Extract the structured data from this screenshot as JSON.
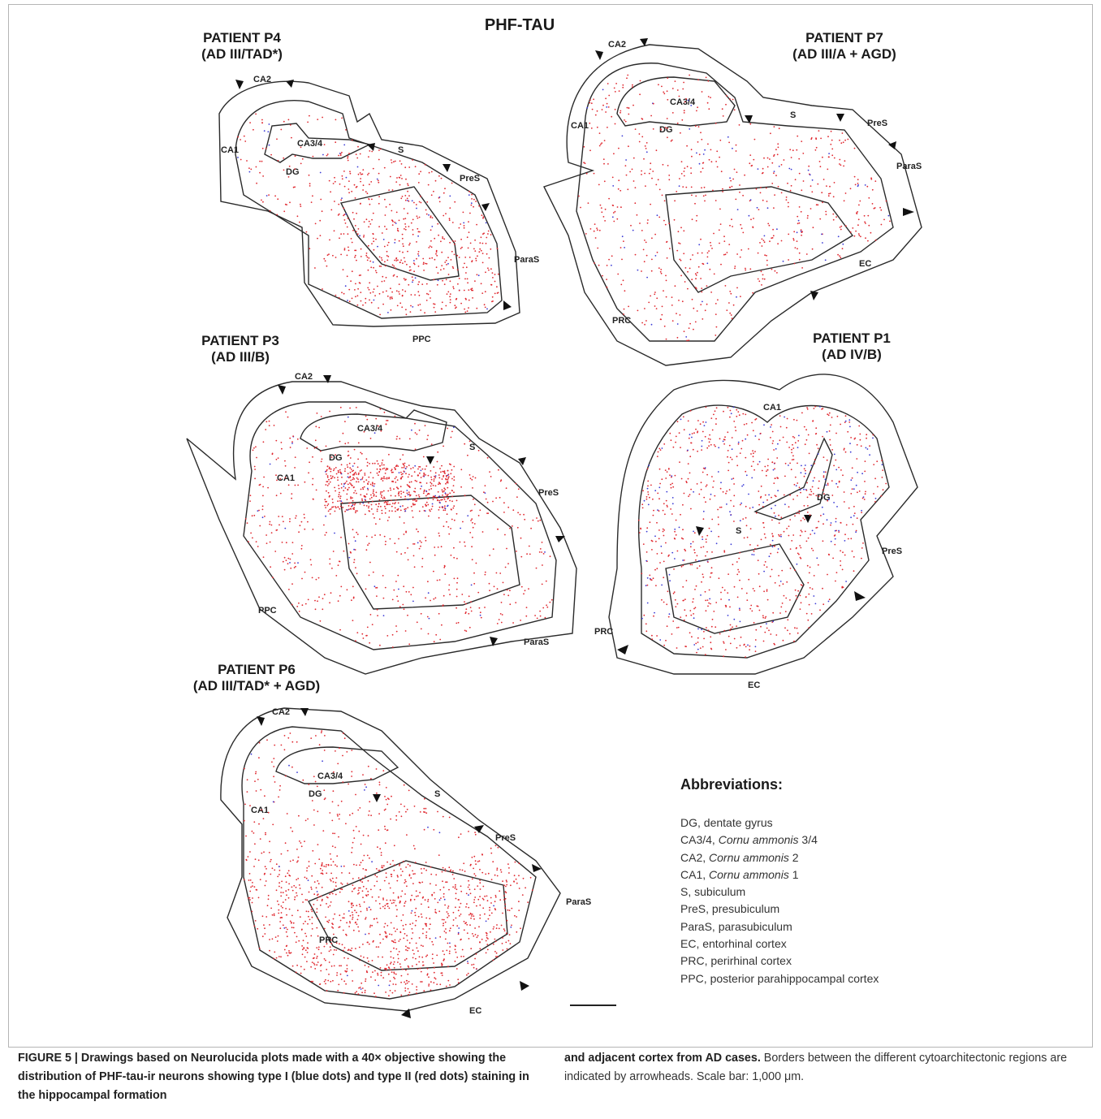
{
  "figure": {
    "title": "PHF-TAU",
    "colors": {
      "type_i_dots": "#3b3bd6",
      "type_ii_dots": "#e0282f",
      "outline": "#2a2a2a"
    },
    "panels": [
      {
        "id": "p4",
        "patient": "PATIENT P4",
        "stage": "(AD III/TAD*)",
        "labels": [
          "CA2",
          "CA3/4",
          "CA1",
          "DG",
          "S",
          "PreS",
          "ParaS",
          "PPC"
        ]
      },
      {
        "id": "p7",
        "patient": "PATIENT P7",
        "stage": "(AD III/A + AGD)",
        "labels": [
          "CA2",
          "CA3/4",
          "CA1",
          "DG",
          "S",
          "PreS",
          "ParaS",
          "EC",
          "PRC"
        ]
      },
      {
        "id": "p3",
        "patient": "PATIENT P3",
        "stage": "(AD III/B)",
        "labels": [
          "CA2",
          "CA3/4",
          "DG",
          "S",
          "CA1",
          "PreS",
          "PPC",
          "ParaS"
        ]
      },
      {
        "id": "p1",
        "patient": "PATIENT P1",
        "stage": "(AD IV/B)",
        "labels": [
          "CA1",
          "DG",
          "S",
          "PreS",
          "PRC",
          "EC"
        ]
      },
      {
        "id": "p6",
        "patient": "PATIENT P6",
        "stage": "(AD III/TAD* + AGD)",
        "labels": [
          "CA2",
          "CA3/4",
          "DG",
          "S",
          "CA1",
          "PreS",
          "ParaS",
          "PRC",
          "EC"
        ]
      }
    ]
  },
  "abbreviations": {
    "heading": "Abbreviations:",
    "items": [
      {
        "abbr": "DG",
        "term": "dentate gyrus",
        "italic": "",
        "suffix": ""
      },
      {
        "abbr": "CA3/4",
        "term": "",
        "italic": "Cornu ammonis",
        "suffix": " 3/4"
      },
      {
        "abbr": "CA2",
        "term": "",
        "italic": "Cornu ammonis",
        "suffix": " 2"
      },
      {
        "abbr": "CA1",
        "term": "",
        "italic": "Cornu ammonis",
        "suffix": " 1"
      },
      {
        "abbr": "S",
        "term": "subiculum",
        "italic": "",
        "suffix": ""
      },
      {
        "abbr": "PreS",
        "term": "presubiculum",
        "italic": "",
        "suffix": ""
      },
      {
        "abbr": "ParaS",
        "term": "parasubiculum",
        "italic": "",
        "suffix": ""
      },
      {
        "abbr": "EC",
        "term": "entorhinal cortex",
        "italic": "",
        "suffix": ""
      },
      {
        "abbr": "PRC",
        "term": "perirhinal cortex",
        "italic": "",
        "suffix": ""
      },
      {
        "abbr": "PPC",
        "term": "posterior parahippocampal cortex",
        "italic": "",
        "suffix": ""
      }
    ]
  },
  "caption": {
    "bold_part1": "FIGURE 5 | Drawings based on Neurolucida plots made with a 40× objective showing the distribution of PHF-tau-ir neurons showing type I (blue dots) and type II (red dots) staining in the hippocampal formation",
    "bold_part2": "and adjacent cortex from AD cases.",
    "regular": " Borders between the different cytoarchitectonic regions are indicated by arrowheads. Scale bar: 1,000 μm."
  }
}
